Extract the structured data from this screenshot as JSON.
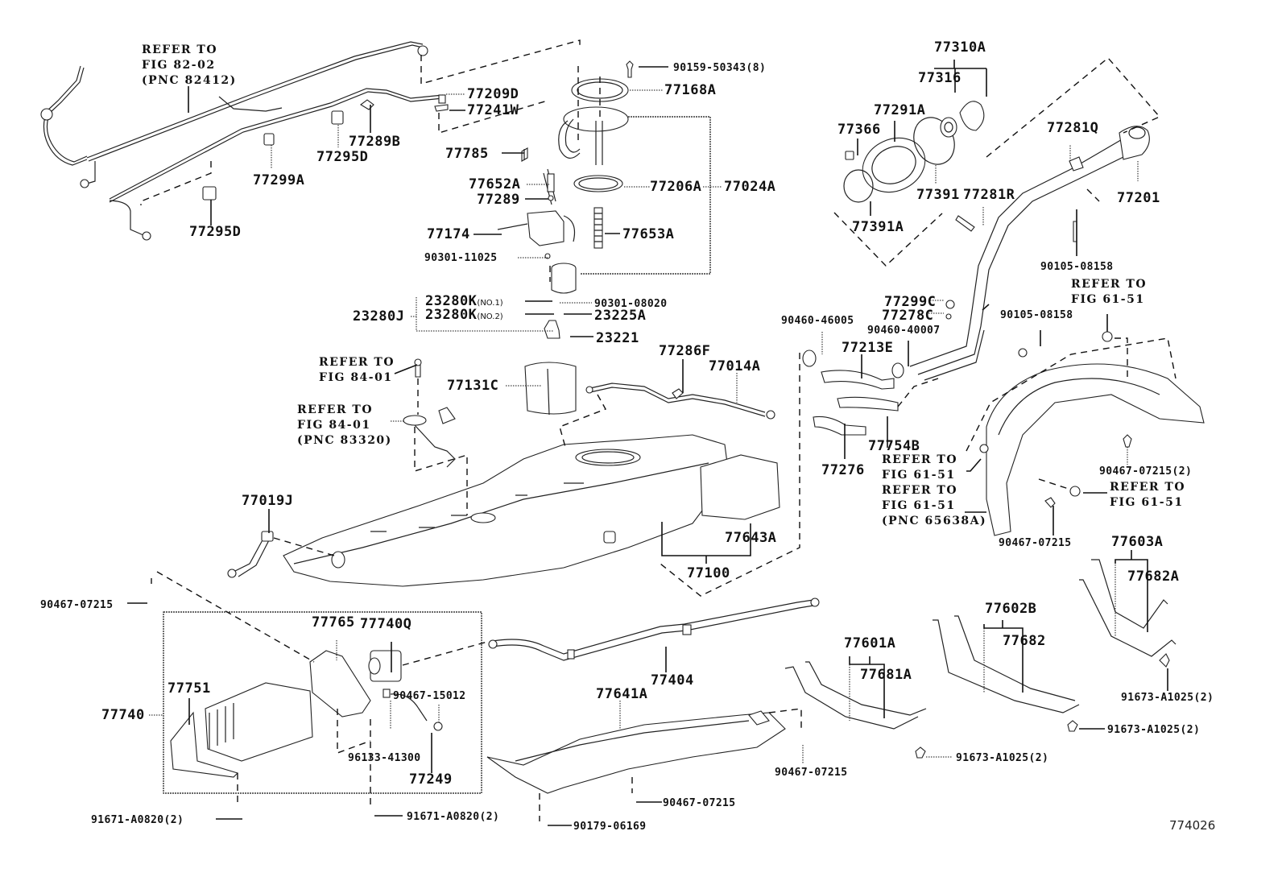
{
  "figure": {
    "title": "Fuel Tank & Tube Assembly Parts Diagram",
    "figure_id": "774026"
  },
  "labels": {
    "refer_82_02": "REFER TO\nFIG 82-02\n(PNC 82412)",
    "p77209D": "77209D",
    "p77241W": "77241W",
    "p77289B": "77289B",
    "p77295D_a": "77295D",
    "p77299A": "77299A",
    "p77295D_b": "77295D",
    "p90159_50343": "90159-50343(8)",
    "p77168A": "77168A",
    "p77785": "77785",
    "p77652A": "77652A",
    "p77289": "77289",
    "p77206A": "77206A",
    "p77024A": "77024A",
    "p77174": "77174",
    "p77653A": "77653A",
    "p90301_11025": "90301-11025",
    "p23280K_1": "23280K",
    "p23280K_1_note": "(NO.1)",
    "p23280K_2": "23280K",
    "p23280K_2_note": "(NO.2)",
    "p23280J": "23280J",
    "p90301_08020": "90301-08020",
    "p23225A": "23225A",
    "p23221": "23221",
    "refer_84_01_a": "REFER TO\nFIG 84-01",
    "refer_84_01_b": "REFER TO\nFIG 84-01\n(PNC 83320)",
    "p77131C": "77131C",
    "p77286F": "77286F",
    "p77014A": "77014A",
    "p77019J": "77019J",
    "p77643A": "77643A",
    "p77100": "77100",
    "p77310A": "77310A",
    "p77316": "77316",
    "p77291A": "77291A",
    "p77366": "77366",
    "p77391": "77391",
    "p77281R": "77281R",
    "p77391A": "77391A",
    "p77281Q": "77281Q",
    "p77201": "77201",
    "p90105_08158_a": "90105-08158",
    "refer_61_51_a": "REFER TO\nFIG 61-51",
    "p77299C": "77299C",
    "p77278C": "77278C",
    "p90105_08158_b": "90105-08158",
    "p90460_46005": "90460-46005",
    "p90460_40007": "90460-40007",
    "p77213E": "77213E",
    "p77754B": "77754B",
    "p77276": "77276",
    "refer_61_51_b": "REFER TO\nFIG 61-51",
    "refer_61_51_c": "REFER TO\nFIG 61-51\n(PNC 65638A)",
    "p90467_07215_2_a": "90467-07215(2)",
    "refer_61_51_d": "REFER TO\nFIG 61-51",
    "p90467_07215_wheel": "90467-07215",
    "p77603A": "77603A",
    "p77682A": "77682A",
    "p90467_07215_left": "90467-07215",
    "p77765": "77765",
    "p77740Q": "77740Q",
    "p77751": "77751",
    "p77740": "77740",
    "p90467_15012": "90467-15012",
    "p96133_41300": "96133-41300",
    "p77249": "77249",
    "p91671_A0820_a": "91671-A0820(2)",
    "p91671_A0820_b": "91671-A0820(2)",
    "p77404": "77404",
    "p77641A": "77641A",
    "p90467_07215_mid": "90467-07215",
    "p90179_06169": "90179-06169",
    "p90467_07215_under": "90467-07215",
    "p77601A": "77601A",
    "p77681A": "77681A",
    "p77602B": "77602B",
    "p77682": "77682",
    "p91673_A1025_a": "91673-A1025(2)",
    "p91673_A1025_b": "91673-A1025(2)",
    "p91673_A1025_c": "91673-A1025(2)"
  }
}
